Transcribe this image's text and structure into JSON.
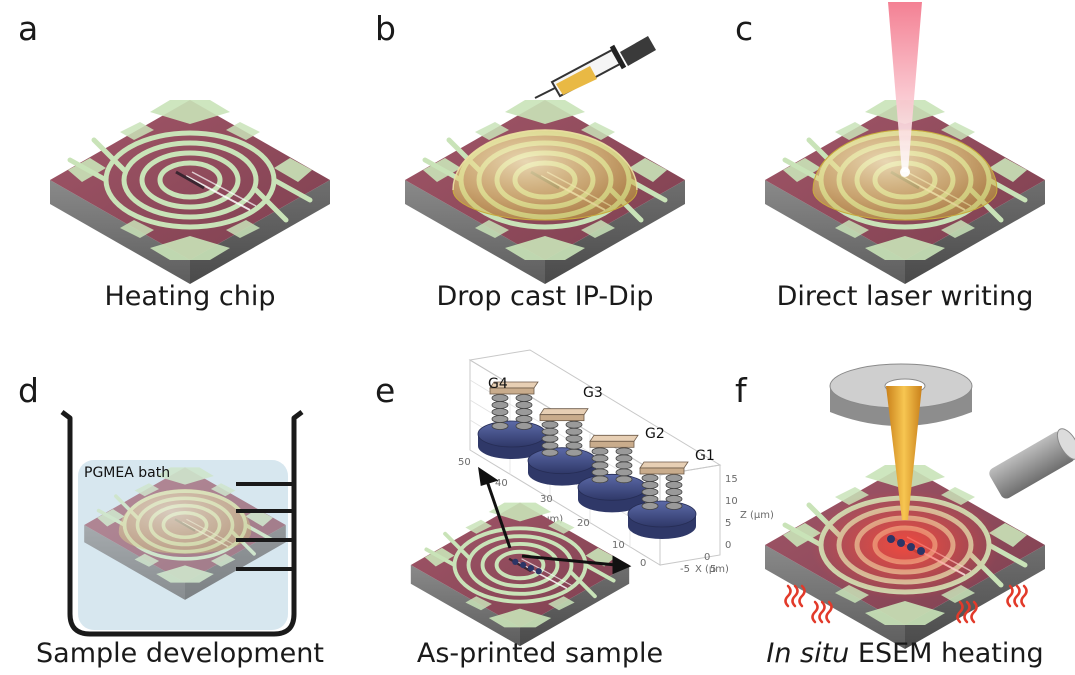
{
  "panels": [
    {
      "letter": "a",
      "caption": "Heating chip"
    },
    {
      "letter": "b",
      "caption": "Drop cast IP-Dip"
    },
    {
      "letter": "c",
      "caption": "Direct laser writing"
    },
    {
      "letter": "d",
      "caption": "Sample development"
    },
    {
      "letter": "e",
      "caption": "As-printed sample"
    },
    {
      "letter": "f",
      "caption_italic": "In situ",
      "caption_rest": " ESEM heating"
    }
  ],
  "bath_label": "PGMEA bath",
  "structures": [
    "G4",
    "G3",
    "G2",
    "G1"
  ],
  "axes": {
    "y_label": "Y (µm)",
    "z_label": "Z (µm)",
    "x_label": "X (µm)",
    "y_ticks": [
      "50",
      "40",
      "30",
      "20",
      "10",
      "0"
    ],
    "z_ticks": [
      "15",
      "10",
      "5",
      "0"
    ],
    "x_ticks": [
      "0",
      "5",
      "-5"
    ]
  },
  "colors": {
    "chip_top": "#8f4a5a",
    "chip_side": "#7a7a7a",
    "electrode": "#c9e3b8",
    "resin": "#e7d98a",
    "laser": "#ef5b73",
    "tip": "#f2b233",
    "heat": "#e23a2a"
  }
}
